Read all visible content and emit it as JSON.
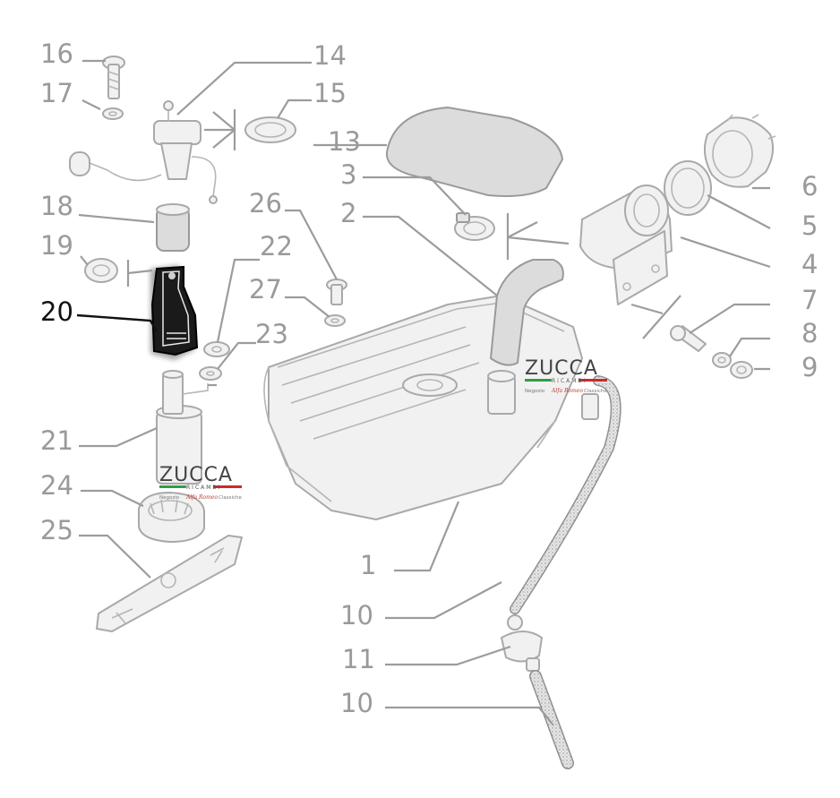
{
  "diagram": {
    "part_numbers": {
      "p1": "1",
      "p2": "2",
      "p3": "3",
      "p4": "4",
      "p5": "5",
      "p6": "6",
      "p7": "7",
      "p8": "8",
      "p9": "9",
      "p10a": "10",
      "p10b": "10",
      "p11": "11",
      "p13": "13",
      "p14": "14",
      "p15": "15",
      "p16": "16",
      "p17": "17",
      "p18": "18",
      "p19": "19",
      "p20": "20",
      "p21": "21",
      "p22": "22",
      "p23": "23",
      "p24": "24",
      "p25": "25",
      "p26": "26",
      "p27": "27"
    },
    "highlighted_part": "20"
  },
  "watermarks": [
    {
      "name": "ZUCCA",
      "sub": "RICAMBI",
      "tag_left": "Negozio",
      "tag_brand": "Alfa Romeo",
      "tag_right": "Classiche"
    },
    {
      "name": "ZUCCA",
      "sub": "RICAMBI",
      "tag_left": "Negozio",
      "tag_brand": "Alfa Romeo",
      "tag_right": "Classiche"
    }
  ],
  "colors": {
    "line_art": "#a9a9a9",
    "label_gray": "#9a9a9a",
    "highlight": "#111111",
    "flag_green": "#2e9e45",
    "flag_red": "#cc2a2a"
  }
}
